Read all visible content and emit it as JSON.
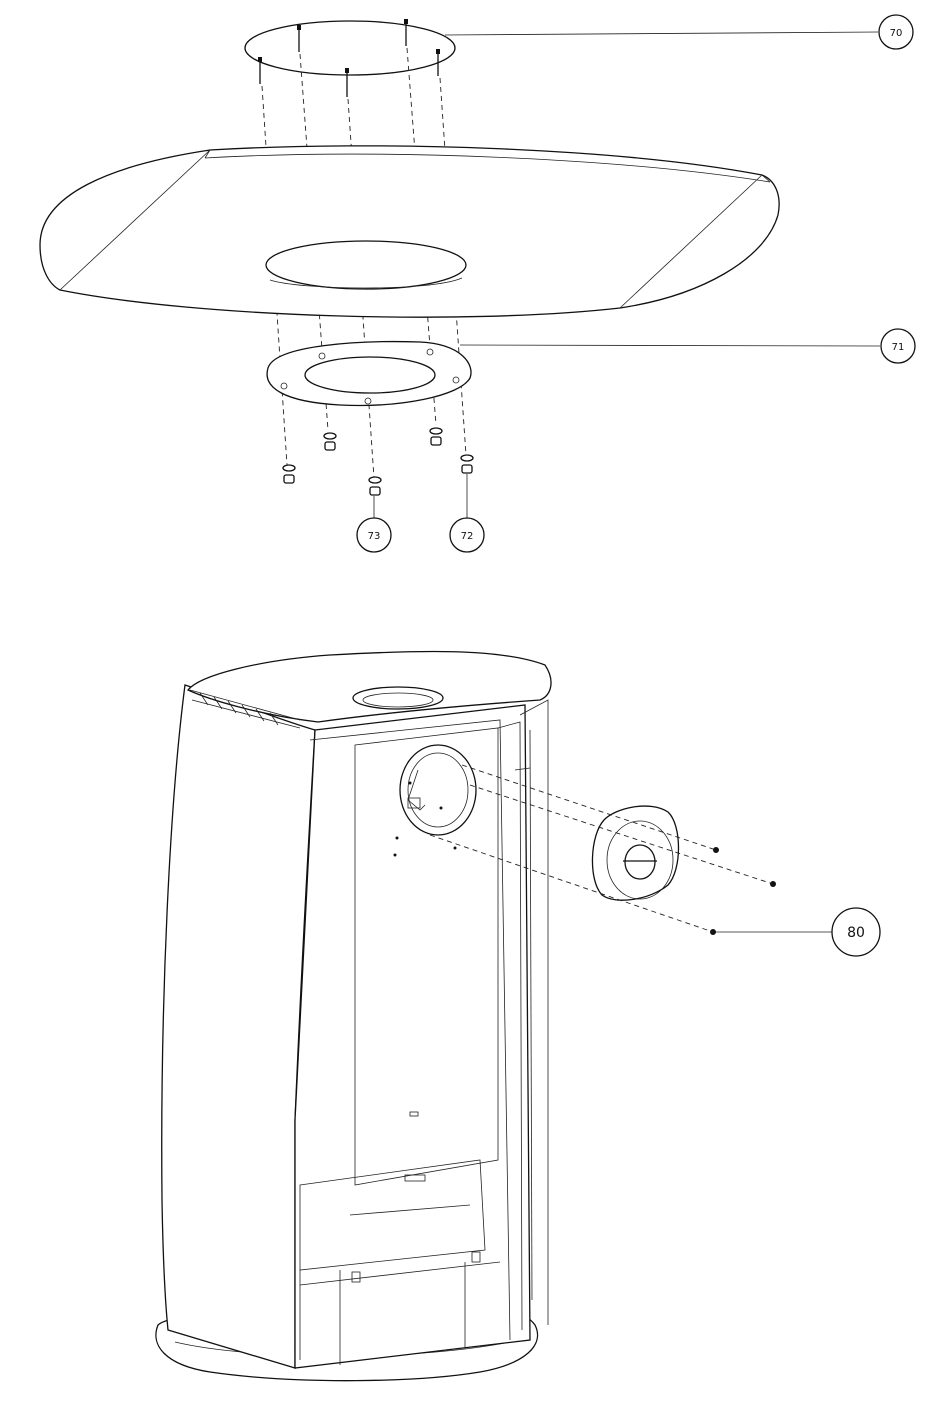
{
  "callouts": [
    {
      "id": "70",
      "label": "70"
    },
    {
      "id": "71",
      "label": "71"
    },
    {
      "id": "72",
      "label": "72"
    },
    {
      "id": "73",
      "label": "73"
    },
    {
      "id": "80",
      "label": "80"
    }
  ],
  "colors": {
    "line": "#111111",
    "background": "#ffffff"
  }
}
